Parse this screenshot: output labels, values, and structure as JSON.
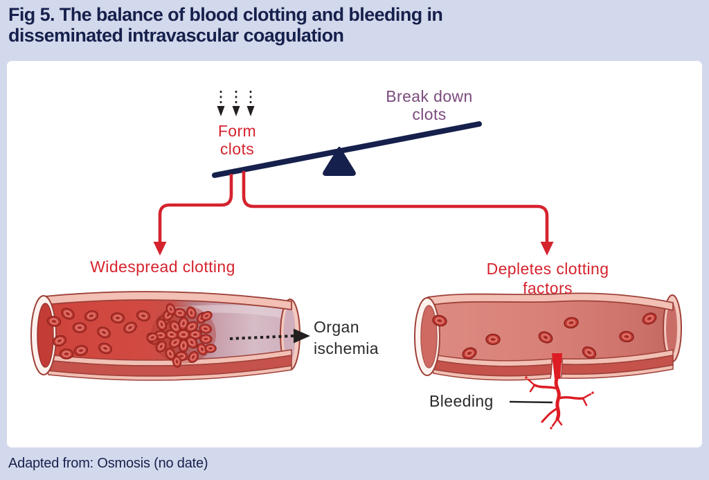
{
  "title": "Fig 5. The balance of blood clotting and bleeding in\ndisseminated intravascular coagulation",
  "balance": {
    "left_label": "Form\nclots",
    "right_label": "Break down\nclots"
  },
  "outcomes": {
    "left_heading": "Widespread clotting",
    "left_annotation": "Organ\nischemia",
    "right_heading": "Depletes clotting\nfactors",
    "right_annotation": "Bleeding"
  },
  "footer": {
    "credit": "Adapted from: Osmosis (no date)"
  },
  "colors": {
    "background": "#d3d9ec",
    "panel": "#ffffff",
    "navy": "#16204c",
    "red": "#d5232e",
    "purple": "#7b4a7e",
    "ink": "#231f20",
    "bleed_red": "#dd1c24",
    "vessel_wall_pink": "#f2c0b5",
    "vessel_outline": "#9e4038",
    "blood_red": "#d14a42",
    "ischemic_pale": "#d9bec8"
  }
}
